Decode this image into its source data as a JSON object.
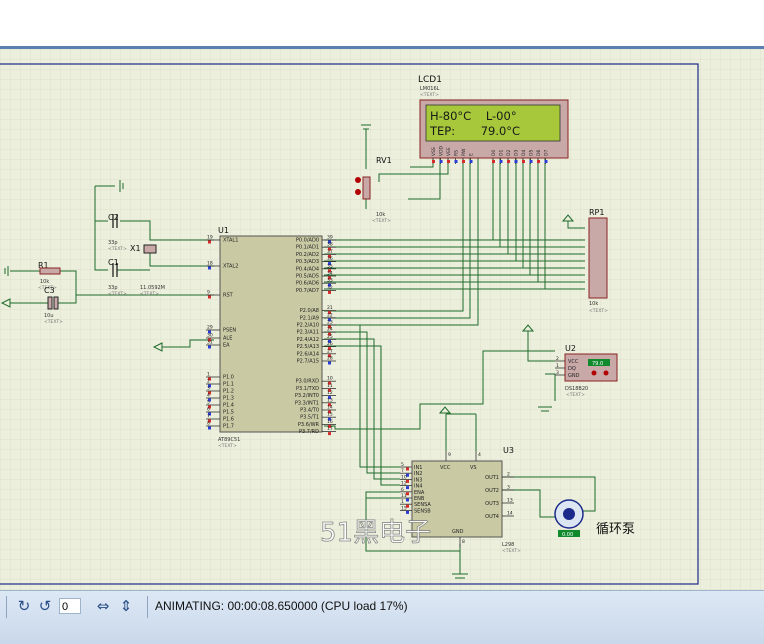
{
  "schematic": {
    "lcd": {
      "ref": "LCD1",
      "part": "LM016L",
      "text_tag": "<TEXT>",
      "line1": "H-80°C    L-00°",
      "line2": "TEP:       79.0°C",
      "pins": [
        "VSS",
        "VDD",
        "VEE",
        "RS",
        "RW",
        "E",
        "D0",
        "D1",
        "D2",
        "D3",
        "D4",
        "D5",
        "D6",
        "D7"
      ],
      "bg_color": "#a6c83a",
      "text_color": "#1a1a1a"
    },
    "rv1": {
      "ref": "RV1",
      "value": "10k",
      "text_tag": "<TEXT>"
    },
    "rp1": {
      "ref": "RP1",
      "value": "10k",
      "text_tag": "<TEXT>"
    },
    "c2": {
      "ref": "C2",
      "value": "33p",
      "text_tag": "<TEXT>"
    },
    "c1": {
      "ref": "C1",
      "value": "33p",
      "text_tag": "<TEXT>"
    },
    "x1": {
      "ref": "X1",
      "value": "11.0592M",
      "text_tag": "<TEXT>"
    },
    "r1": {
      "ref": "R1",
      "value": "10k",
      "text_tag": "<TEXT>"
    },
    "c3": {
      "ref": "C3",
      "value": "10u",
      "text_tag": "<TEXT>"
    },
    "u1": {
      "ref": "U1",
      "part": "AT89C51",
      "text_tag": "<TEXT>",
      "left_pins": [
        {
          "num": "19",
          "name": "XTAL1"
        },
        {
          "num": "18",
          "name": "XTAL2"
        },
        {
          "num": "9",
          "name": "RST"
        },
        {
          "num": "29",
          "name": "PSEN"
        },
        {
          "num": "30",
          "name": "ALE"
        },
        {
          "num": "31",
          "name": "EA"
        },
        {
          "num": "1",
          "name": "P1.0"
        },
        {
          "num": "2",
          "name": "P1.1"
        },
        {
          "num": "3",
          "name": "P1.2"
        },
        {
          "num": "4",
          "name": "P1.3"
        },
        {
          "num": "5",
          "name": "P1.4"
        },
        {
          "num": "6",
          "name": "P1.5"
        },
        {
          "num": "7",
          "name": "P1.6"
        },
        {
          "num": "8",
          "name": "P1.7"
        }
      ],
      "right_pins": [
        {
          "num": "39",
          "name": "P0.0/AD0"
        },
        {
          "num": "38",
          "name": "P0.1/AD1"
        },
        {
          "num": "37",
          "name": "P0.2/AD2"
        },
        {
          "num": "36",
          "name": "P0.3/AD3"
        },
        {
          "num": "35",
          "name": "P0.4/AD4"
        },
        {
          "num": "34",
          "name": "P0.5/AD5"
        },
        {
          "num": "33",
          "name": "P0.6/AD6"
        },
        {
          "num": "32",
          "name": "P0.7/AD7"
        },
        {
          "num": "21",
          "name": "P2.0/A8"
        },
        {
          "num": "22",
          "name": "P2.1/A9"
        },
        {
          "num": "23",
          "name": "P2.2/A10"
        },
        {
          "num": "24",
          "name": "P2.3/A11"
        },
        {
          "num": "25",
          "name": "P2.4/A12"
        },
        {
          "num": "26",
          "name": "P2.5/A13"
        },
        {
          "num": "27",
          "name": "P2.6/A14"
        },
        {
          "num": "28",
          "name": "P2.7/A15"
        },
        {
          "num": "10",
          "name": "P3.0/RXD"
        },
        {
          "num": "11",
          "name": "P3.1/TXD"
        },
        {
          "num": "12",
          "name": "P3.2/INT0"
        },
        {
          "num": "13",
          "name": "P3.3/INT1"
        },
        {
          "num": "14",
          "name": "P3.4/T0"
        },
        {
          "num": "15",
          "name": "P3.5/T1"
        },
        {
          "num": "16",
          "name": "P3.6/WR"
        },
        {
          "num": "17",
          "name": "P3.7/RD"
        }
      ]
    },
    "u2": {
      "ref": "U2",
      "part": "DS18B20",
      "text_tag": "<TEXT>",
      "display": "79.0",
      "pins": [
        {
          "num": "2",
          "name": "VCC"
        },
        {
          "num": "1",
          "name": "DQ"
        },
        {
          "num": "3",
          "name": "GND"
        }
      ]
    },
    "u3": {
      "ref": "U3",
      "part": "L298",
      "text_tag": "<TEXT>",
      "left_pins": [
        {
          "num": "5",
          "name": "IN1"
        },
        {
          "num": "7",
          "name": "IN2"
        },
        {
          "num": "10",
          "name": "IN3"
        },
        {
          "num": "12",
          "name": "IN4"
        },
        {
          "num": "6",
          "name": "ENA"
        },
        {
          "num": "11",
          "name": "ENB"
        },
        {
          "num": "1",
          "name": "SENSA"
        },
        {
          "num": "15",
          "name": "SENSB"
        }
      ],
      "top_pins": [
        {
          "num": "9",
          "name": "VCC"
        },
        {
          "num": "4",
          "name": "VS"
        }
      ],
      "right_pins": [
        {
          "num": "2",
          "name": "OUT1"
        },
        {
          "num": "3",
          "name": "OUT2"
        },
        {
          "num": "13",
          "name": "OUT3"
        },
        {
          "num": "14",
          "name": "OUT4"
        }
      ],
      "bottom_pin": {
        "num": "8",
        "name": "GND"
      }
    },
    "motor": {
      "label": "循环泵",
      "readout": "0.00"
    },
    "watermark": "51黑电子"
  },
  "status": {
    "step_value": "0",
    "animating_text": "ANIMATING: 00:00:08.650000 (CPU load 17%)"
  }
}
